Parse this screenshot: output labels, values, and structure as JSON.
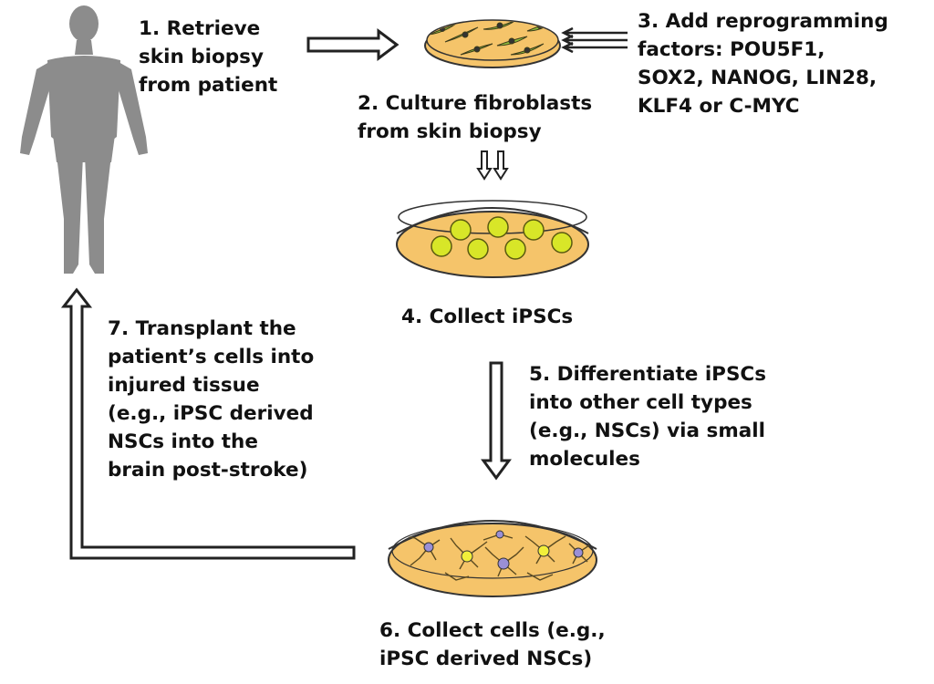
{
  "steps": {
    "s1": {
      "lines": [
        "1. Retrieve",
        "skin biopsy",
        "from patient"
      ]
    },
    "s2": {
      "lines": [
        "2. Culture fibroblasts",
        "from skin biopsy"
      ]
    },
    "s3": {
      "lines": [
        "3. Add reprogramming",
        "factors: POU5F1,",
        "SOX2, NANOG, LIN28,",
        "KLF4 or C-MYC"
      ]
    },
    "s4": {
      "lines": [
        "4. Collect iPSCs"
      ]
    },
    "s5": {
      "lines": [
        "5. Differentiate iPSCs",
        "into other cell types",
        "(e.g., NSCs) via small",
        "molecules"
      ]
    },
    "s6": {
      "lines": [
        "6. Collect cells (e.g.,",
        "iPSC derived NSCs)"
      ]
    },
    "s7": {
      "lines": [
        "7. Transplant the",
        "patient’s cells into",
        "injured tissue",
        "(e.g., iPSC derived",
        "NSCs into the",
        "brain post-stroke)"
      ]
    }
  },
  "colors": {
    "silhouette": "#8c8c8c",
    "dish_medium": "#f5c46a",
    "dish_outline": "#333333",
    "ipsc": "#d8e628",
    "fibroblast": "#8fbf3c",
    "neuron_blue": "#9a8fd6",
    "neuron_yellow": "#f2ef3a",
    "arrow": "#222222"
  }
}
